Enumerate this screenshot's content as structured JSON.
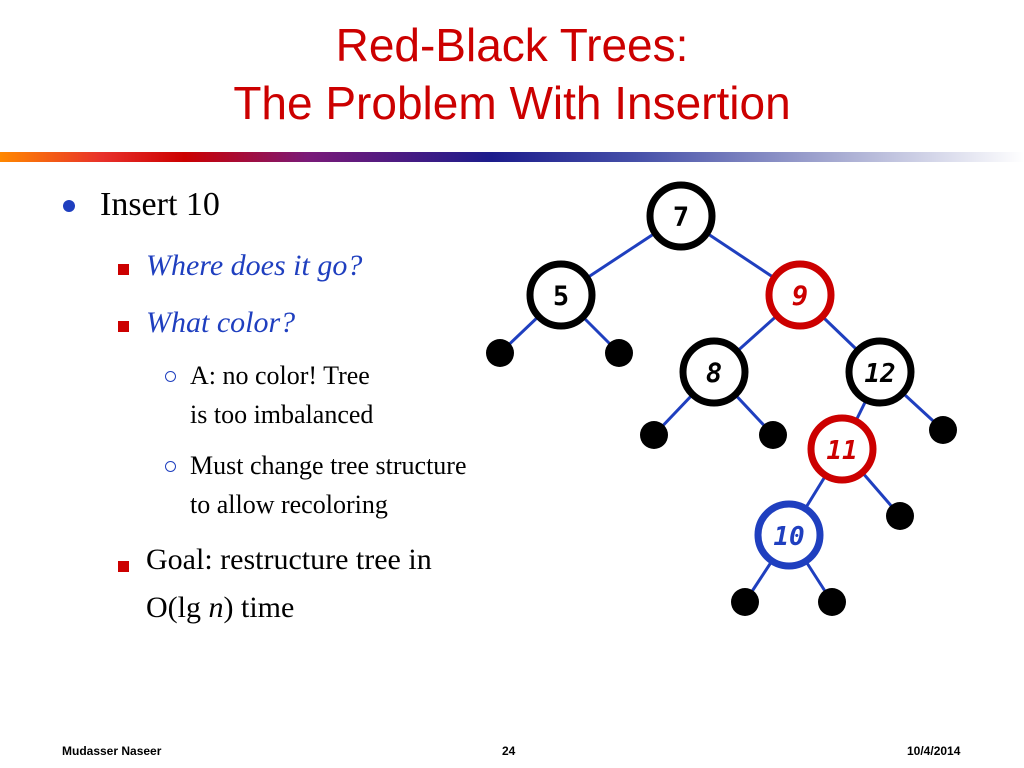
{
  "slide": {
    "title_line1": "Red-Black Trees:",
    "title_line2": "The Problem With Insertion",
    "bullets": {
      "l1_insert": "Insert 10",
      "l2_where": "Where does it go?",
      "l2_what": "What color?",
      "l3_a_line1": "A: no color! Tree",
      "l3_a_line2": "is too imbalanced",
      "l3_b_line1": "Must change tree structure",
      "l3_b_line2": "to allow recoloring",
      "l2_goal_line1": "Goal: restructure tree in",
      "l2_goal_pre": "O(lg ",
      "l2_goal_var": "n",
      "l2_goal_post": ") time"
    }
  },
  "tree": {
    "colors": {
      "black": "#000000",
      "red": "#cc0000",
      "blue": "#1f3fbf",
      "edge": "#1f3fbf"
    },
    "nodes": [
      {
        "id": "n7",
        "label": "7",
        "color": "black"
      },
      {
        "id": "n5",
        "label": "5",
        "color": "black"
      },
      {
        "id": "n9",
        "label": "9",
        "color": "red"
      },
      {
        "id": "n8",
        "label": "8",
        "color": "black"
      },
      {
        "id": "n12",
        "label": "12",
        "color": "black"
      },
      {
        "id": "n11",
        "label": "11",
        "color": "red"
      },
      {
        "id": "n10",
        "label": "10",
        "color": "blue"
      }
    ]
  },
  "footer": {
    "author": "Mudasser Naseer",
    "page": "24",
    "date": "10/4/2014"
  }
}
